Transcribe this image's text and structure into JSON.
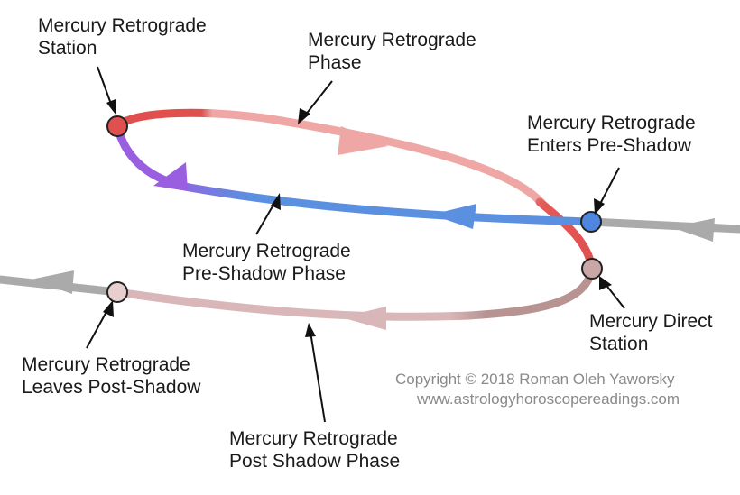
{
  "colors": {
    "retrograde_red": "#e0504f",
    "retrograde_pink": "#efa7a5",
    "preshadow_blue": "#5b8fe0",
    "preshadow_purple": "#9a5fe0",
    "postshadow_mauve": "#d9b6b7",
    "postshadow_dark": "#b79392",
    "direct_gray": "#aaaaaa",
    "station_red_dot": "#e0504f",
    "enter_dot_blue": "#4f86df",
    "direct_dot": "#c9a7a6",
    "leave_dot": "#e7cfcf"
  },
  "labels": {
    "retrograde_station": [
      "Mercury Retrograde",
      "Station"
    ],
    "retrograde_phase": [
      "Mercury Retrograde",
      "Phase"
    ],
    "enters_preshadow": [
      "Mercury Retrograde",
      "Enters Pre-Shadow"
    ],
    "preshadow_phase": [
      "Mercury Retrograde",
      "Pre-Shadow Phase"
    ],
    "direct_station": [
      "Mercury Direct",
      "Station"
    ],
    "leaves_postshadow": [
      "Mercury Retrograde",
      "Leaves Post-Shadow"
    ],
    "postshadow_phase": [
      "Mercury Retrograde",
      "Post Shadow Phase"
    ]
  },
  "copyright": {
    "line1": "Copyright © 2018 Roman Oleh Yaworsky",
    "line2": "www.astrologyhoroscopereadings.com"
  }
}
